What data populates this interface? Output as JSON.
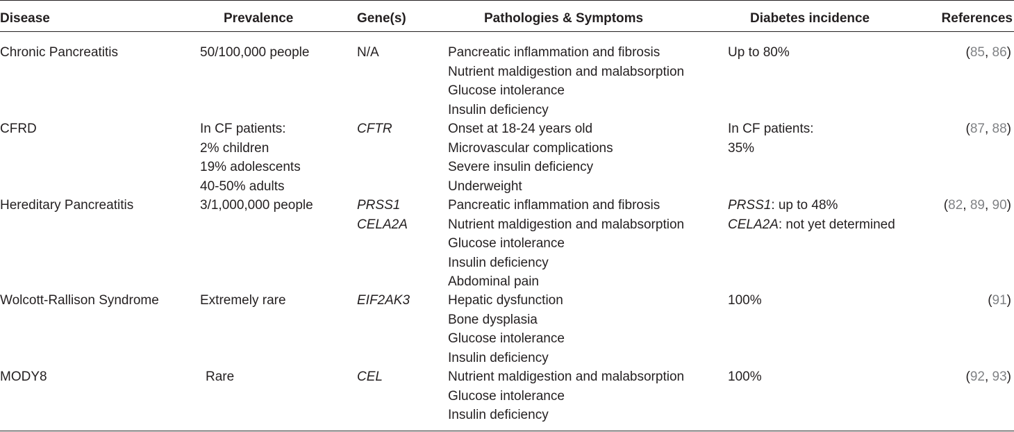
{
  "headers": {
    "disease": "Disease",
    "prevalence": "Prevalence",
    "genes": "Gene(s)",
    "pathologies": "Pathologies & Symptoms",
    "diabetes": "Diabetes incidence",
    "references": "References"
  },
  "rows": [
    {
      "disease": "Chronic Pancreatitis",
      "prevalence": [
        "50/100,000 people"
      ],
      "genes": [
        "N/A"
      ],
      "pathologies": [
        "Pancreatic inflammation and fibrosis",
        "Nutrient maldigestion and malabsorption",
        "Glucose intolerance",
        "Insulin deficiency"
      ],
      "diabetes": [
        {
          "gene": "",
          "text": "Up to 80%"
        }
      ],
      "refs": [
        "85",
        "86"
      ]
    },
    {
      "disease": "CFRD",
      "prevalence": [
        "In CF patients:",
        "2% children",
        "19% adolescents",
        "40-50% adults"
      ],
      "genes": [
        "CFTR"
      ],
      "pathologies": [
        "Onset at 18-24 years old",
        "Microvascular complications",
        "Severe insulin deficiency",
        "Underweight"
      ],
      "diabetes": [
        {
          "gene": "",
          "text": "In CF patients:"
        },
        {
          "gene": "",
          "text": "35%"
        }
      ],
      "refs": [
        "87",
        "88"
      ]
    },
    {
      "disease": "Hereditary Pancreatitis",
      "prevalence": [
        "3/1,000,000 people"
      ],
      "genes": [
        "PRSS1",
        "CELA2A"
      ],
      "pathologies": [
        "Pancreatic inflammation and fibrosis",
        "Nutrient maldigestion and malabsorption",
        "Glucose intolerance",
        "Insulin deficiency",
        "Abdominal pain"
      ],
      "diabetes": [
        {
          "gene": "PRSS1",
          "text": ": up to 48%"
        },
        {
          "gene": "CELA2A",
          "text": ": not yet determined"
        }
      ],
      "refs": [
        "82",
        "89",
        "90"
      ]
    },
    {
      "disease": "Wolcott-Rallison Syndrome",
      "prevalence": [
        "Extremely rare"
      ],
      "genes": [
        "EIF2AK3"
      ],
      "pathologies": [
        "Hepatic dysfunction",
        "Bone dysplasia",
        "Glucose intolerance",
        "Insulin deficiency"
      ],
      "diabetes": [
        {
          "gene": "",
          "text": "100%"
        }
      ],
      "refs": [
        "91"
      ]
    },
    {
      "disease": "MODY8",
      "prevalence": [
        "Rare"
      ],
      "genes": [
        "CEL"
      ],
      "pathologies": [
        "Nutrient maldigestion and malabsorption",
        "Glucose intolerance",
        "Insulin deficiency"
      ],
      "diabetes": [
        {
          "gene": "",
          "text": "100%"
        }
      ],
      "refs": [
        "92",
        "93"
      ]
    }
  ]
}
